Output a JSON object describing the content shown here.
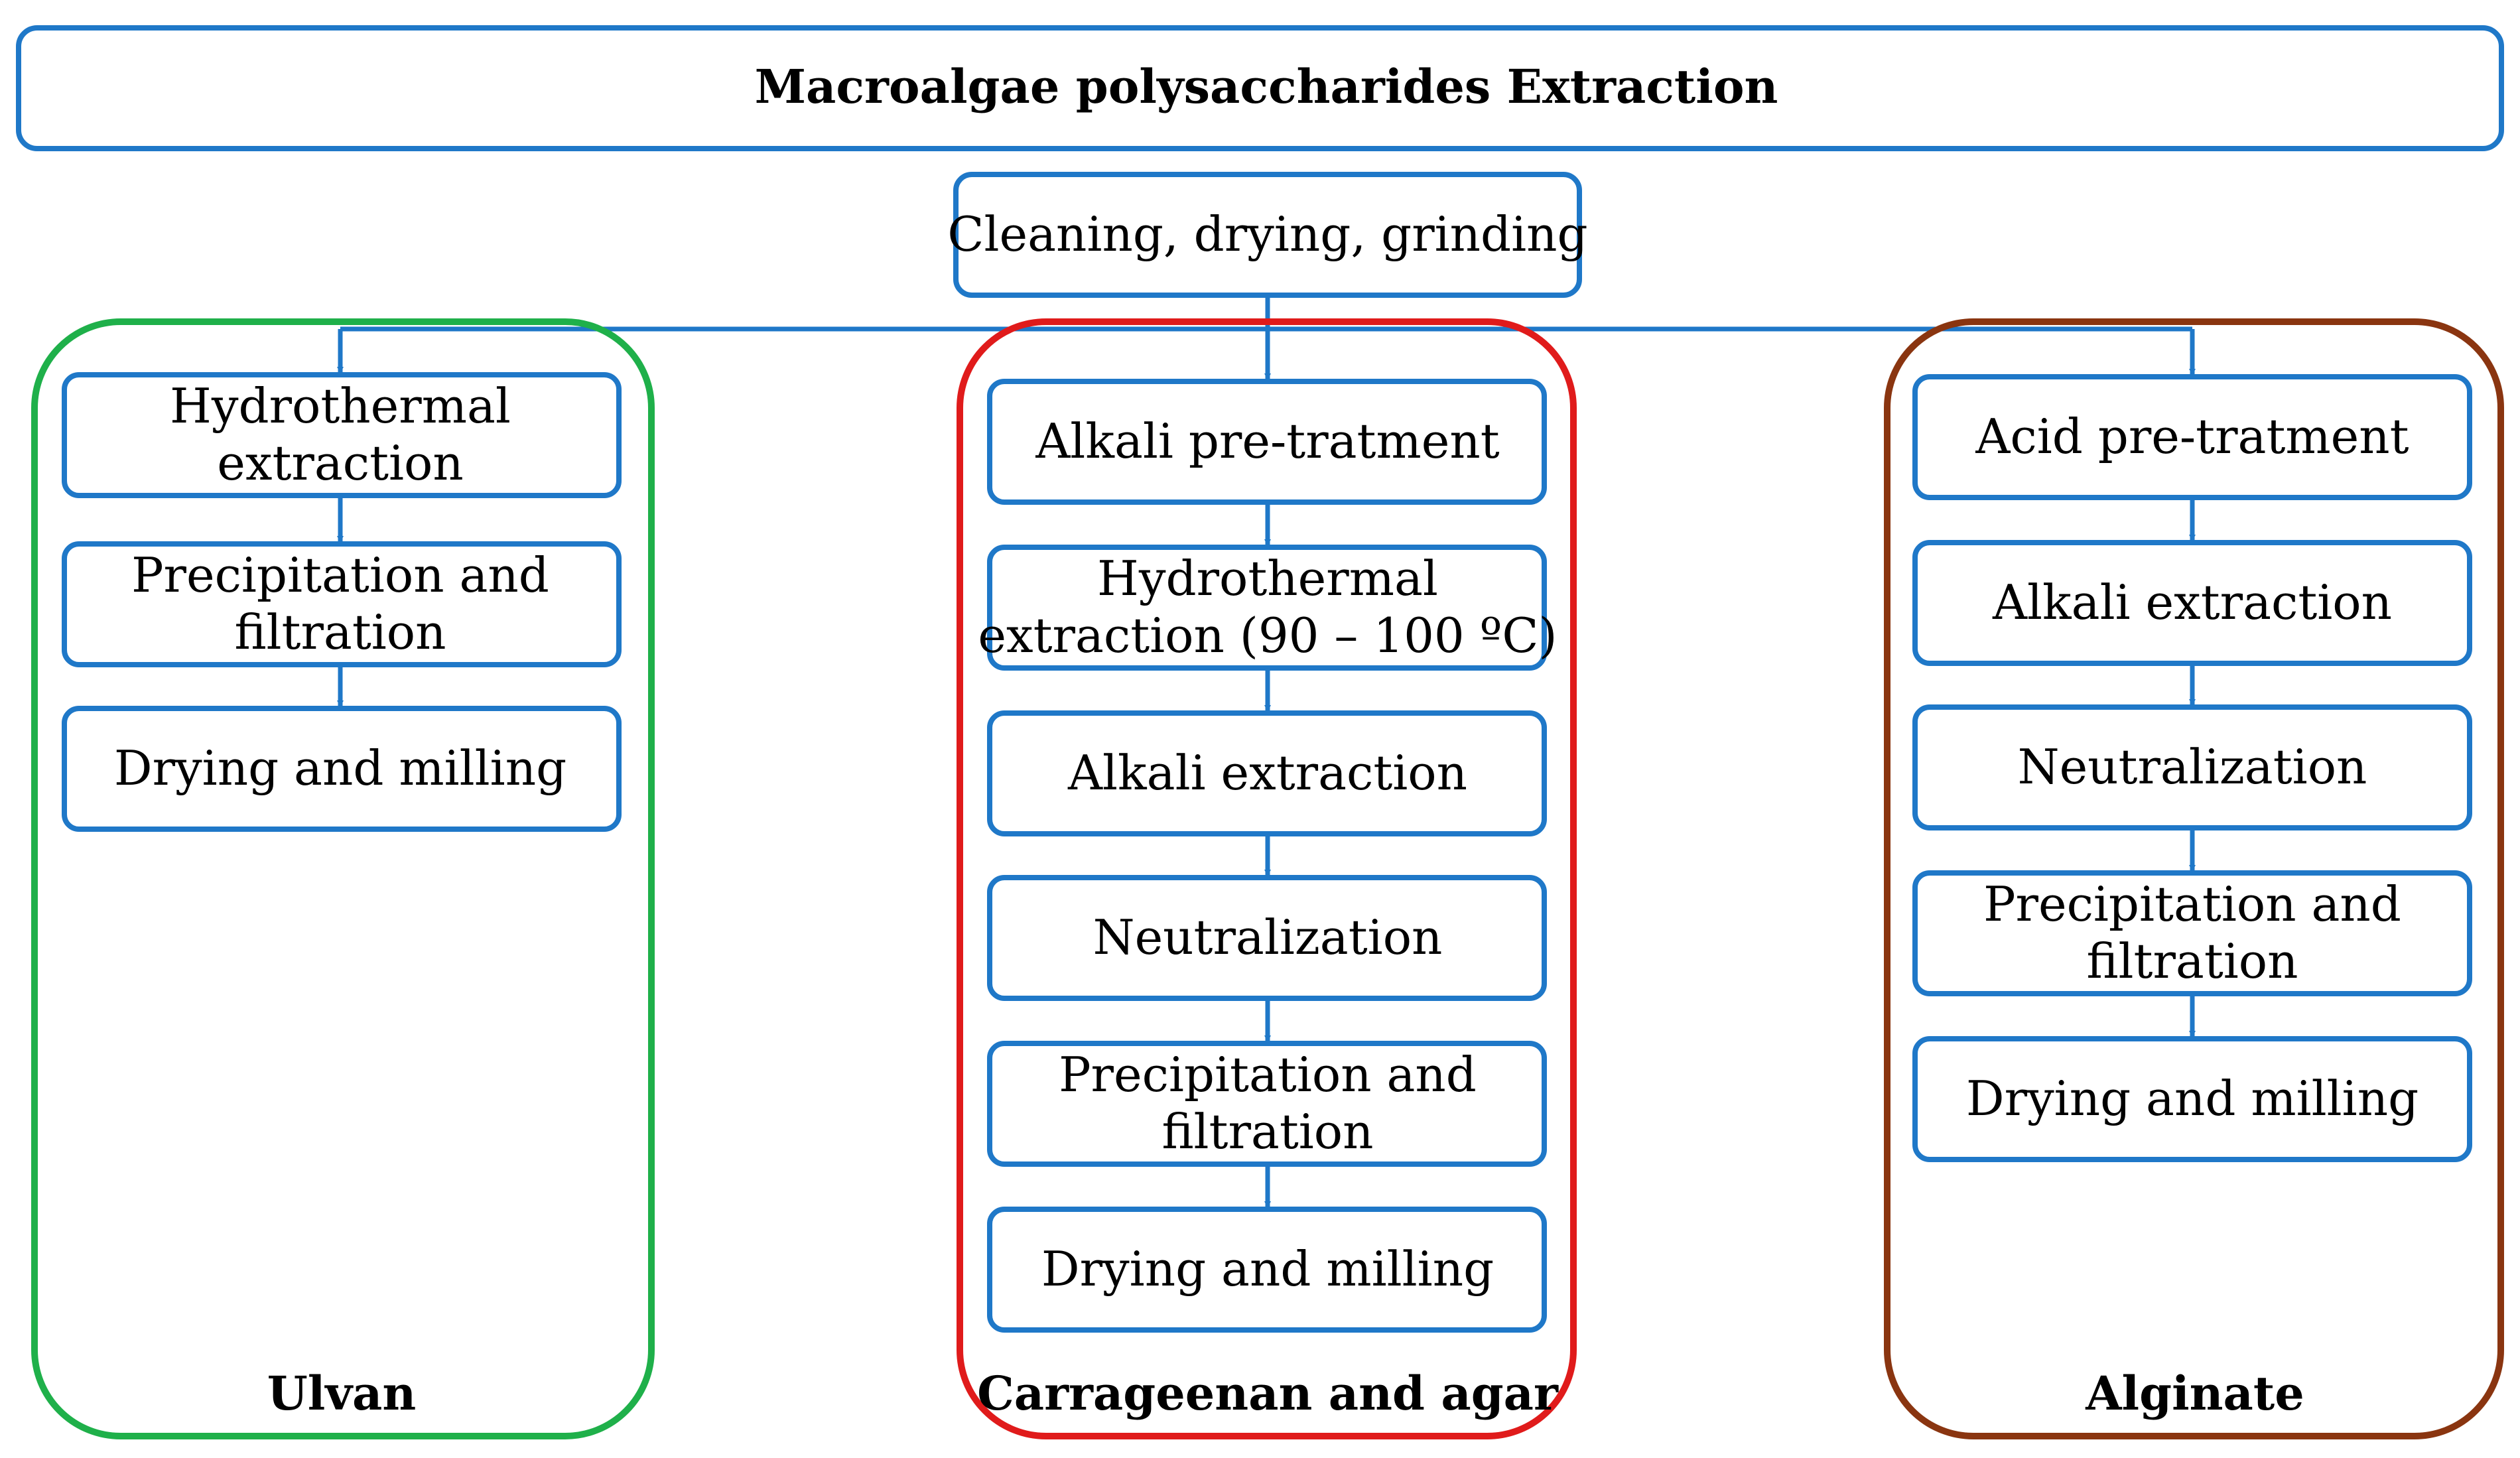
{
  "title": "Macroalgae polysaccharides Extraction",
  "pretreatment": "Cleaning, drying, grinding",
  "colors": {
    "flow": "#1f78c8",
    "ulvan": "#1fb04a",
    "carrageenan": "#e01b1b",
    "alginate": "#8a3510",
    "text": "#000000"
  },
  "columns": [
    {
      "id": "ulvan",
      "label": "Ulvan",
      "steps": [
        [
          "Hydrothermal",
          "extraction"
        ],
        [
          "Precipitation and",
          "filtration"
        ],
        [
          "Drying and milling"
        ]
      ]
    },
    {
      "id": "carrageenan",
      "label": "Carrageenan and agar",
      "steps": [
        [
          "Alkali pre-tratment"
        ],
        [
          "Hydrothermal",
          "extraction (90 – 100 ºC)"
        ],
        [
          "Alkali extraction"
        ],
        [
          "Neutralization"
        ],
        [
          "Precipitation and",
          "filtration"
        ],
        [
          "Drying and milling"
        ]
      ]
    },
    {
      "id": "alginate",
      "label": "Alginate",
      "steps": [
        [
          "Acid pre-tratment"
        ],
        [
          "Alkali extraction"
        ],
        [
          "Neutralization"
        ],
        [
          "Precipitation and",
          "filtration"
        ],
        [
          "Drying and milling"
        ]
      ]
    }
  ]
}
